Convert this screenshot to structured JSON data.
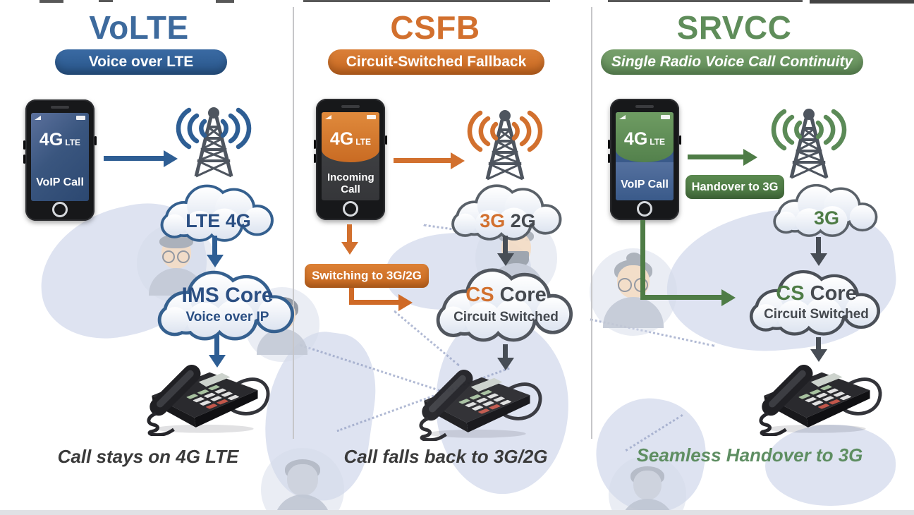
{
  "diagram_title": "VoLTE vs CSFB vs SRVCC voice call technologies",
  "palette": {
    "blue": "#2e5e94",
    "orange": "#d2702e",
    "green": "#5f8d5a",
    "badge_green": "#4e7c46",
    "arrow_gray": "#474d55",
    "caption_text": "#3a3a3a",
    "cloud_text_blue": "#2b4f83",
    "map_background": "#dee3f1",
    "divider": "#c6c6c9"
  },
  "icons": {
    "cell-tower-icon": "lattice mast with dot antenna",
    "radio-waves-icon": "((( )))",
    "network-cloud-icon": "outlined cloud",
    "arrow-right-icon": "→",
    "arrow-down-icon": "↓",
    "elbow-arrow-icon": "└→",
    "smartphone-icon": "rounded-rect phone",
    "desk-phone-icon": "landline with handset and coiled cord",
    "home-button-icon": "○",
    "signal-icon": "signal wedge",
    "battery-icon": "battery block",
    "avatar-icon": "person silhouette"
  },
  "columns": [
    {
      "id": "volte",
      "title": "VoLTE",
      "subtitle": "Voice over LTE",
      "phone": {
        "network": "4G",
        "network_band": "LTE",
        "status": "VoIP Call"
      },
      "cloud1": {
        "label": "LTE 4G"
      },
      "cloud2": {
        "label": "IMS Core",
        "sublabel": "Voice over IP"
      },
      "caption": "Call stays on 4G LTE"
    },
    {
      "id": "csfb",
      "title": "CSFB",
      "subtitle": "Circuit-Switched Fallback",
      "phone": {
        "network": "4G",
        "network_band": "LTE",
        "status": "Incoming Call"
      },
      "cloud1": {
        "accent_text": "3G",
        "rest_text": "2G"
      },
      "badge": "Switching to 3G/2G",
      "cloud2": {
        "accent_text": "CS",
        "rest_text": "Core",
        "sublabel": "Circuit Switched"
      },
      "caption": "Call falls back to 3G/2G"
    },
    {
      "id": "srvcc",
      "title": "SRVCC",
      "subtitle": "Single Radio Voice Call Continuity",
      "phone": {
        "network": "4G",
        "network_band": "LTE",
        "status": "VoIP Call"
      },
      "badge": "Handover to 3G",
      "cloud1": {
        "label": "3G"
      },
      "cloud2": {
        "accent_text": "CS",
        "rest_text": "Core",
        "sublabel": "Circuit Switched"
      },
      "caption": "Seamless Handover to 3G"
    }
  ]
}
